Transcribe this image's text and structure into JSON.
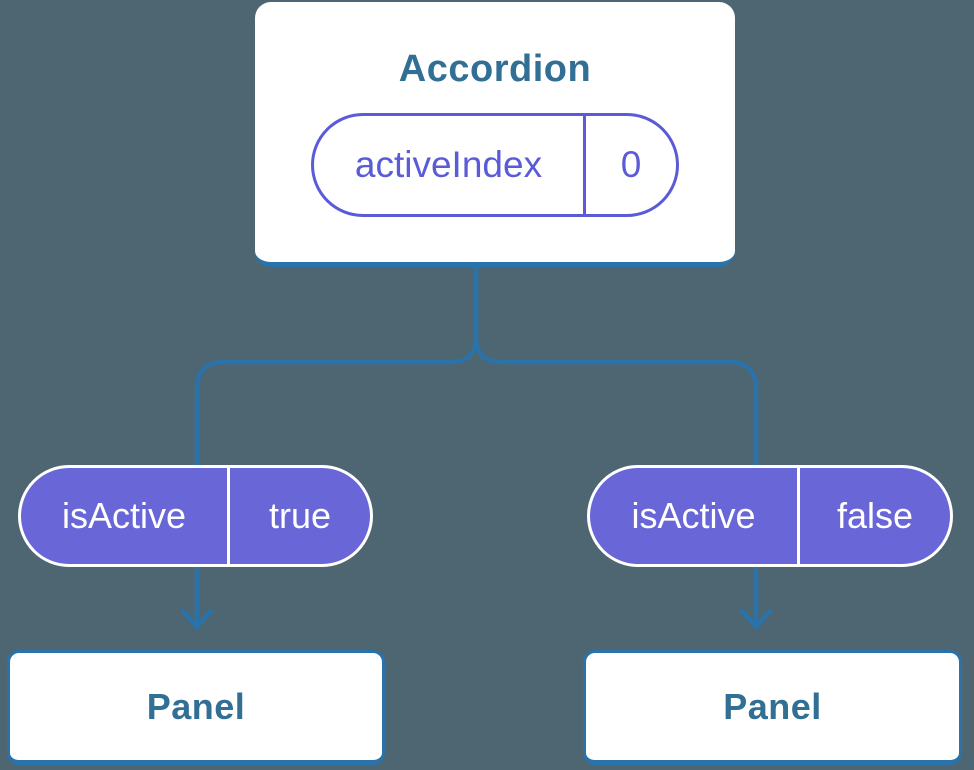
{
  "diagram": {
    "root": {
      "title": "Accordion",
      "state_pill": {
        "name": "activeIndex",
        "value": "0"
      }
    },
    "branches": [
      {
        "prop_pill": {
          "name": "isActive",
          "value": "true"
        },
        "child": {
          "title": "Panel"
        }
      },
      {
        "prop_pill": {
          "name": "isActive",
          "value": "false"
        },
        "child": {
          "title": "Panel"
        }
      }
    ],
    "colors": {
      "background": "#4d6672",
      "connector_blue": "#2a72aa",
      "card_text_blue": "#316f94",
      "state_purple": "#5b5bd8",
      "pill_fill_purple": "#6966d8",
      "card_fill": "#ffffff",
      "pill_text_white": "#ffffff"
    }
  }
}
